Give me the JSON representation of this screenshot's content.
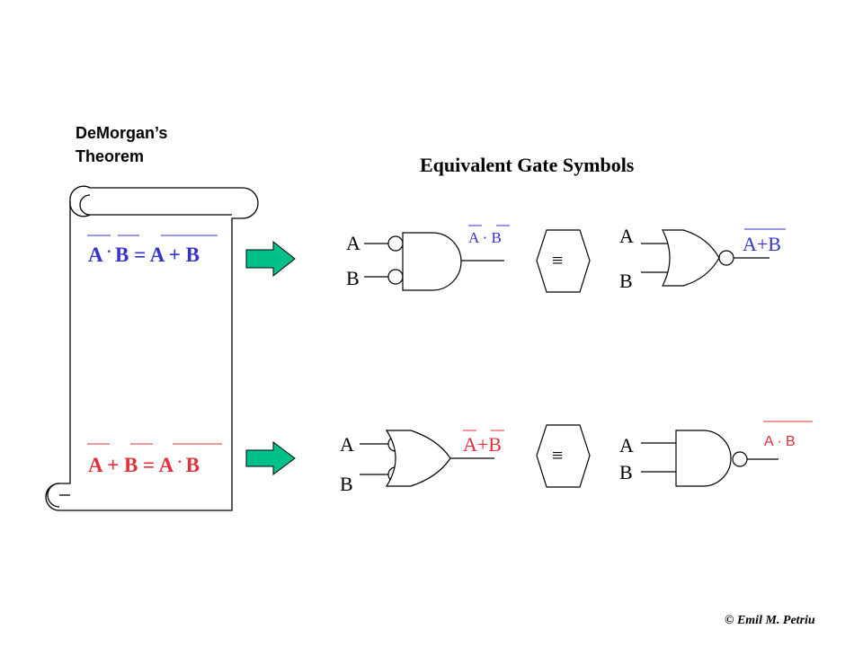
{
  "scroll": {
    "title_line1": "DeMorgan’s",
    "title_line2": "Theorem",
    "law1": {
      "a": "A",
      "dot": "·",
      "b": "B",
      "eq": "=",
      "c": "A",
      "plus": "+",
      "d": "B"
    },
    "law2": {
      "a": "A",
      "plus": "+",
      "b": "B",
      "eq": "=",
      "c": "A",
      "dot": "·",
      "d": "B"
    }
  },
  "heading": "Equivalent Gate Symbols",
  "row1": {
    "left_in_a": "A",
    "left_in_b": "B",
    "left_out": "A · B",
    "equiv": "≡",
    "right_in_a": "A",
    "right_in_b": "B",
    "right_out": "A+B"
  },
  "row2": {
    "left_in_a": "A",
    "left_in_b": "B",
    "left_out": "A+B",
    "equiv": "≡",
    "right_in_a": "A",
    "right_in_b": "B",
    "right_out": "A ·  B"
  },
  "copyright": "©  Emil M. Petriu",
  "colors": {
    "blue": "#3333cc",
    "red": "#e0303a",
    "arrow": "#00c08a",
    "line": "#000000"
  }
}
